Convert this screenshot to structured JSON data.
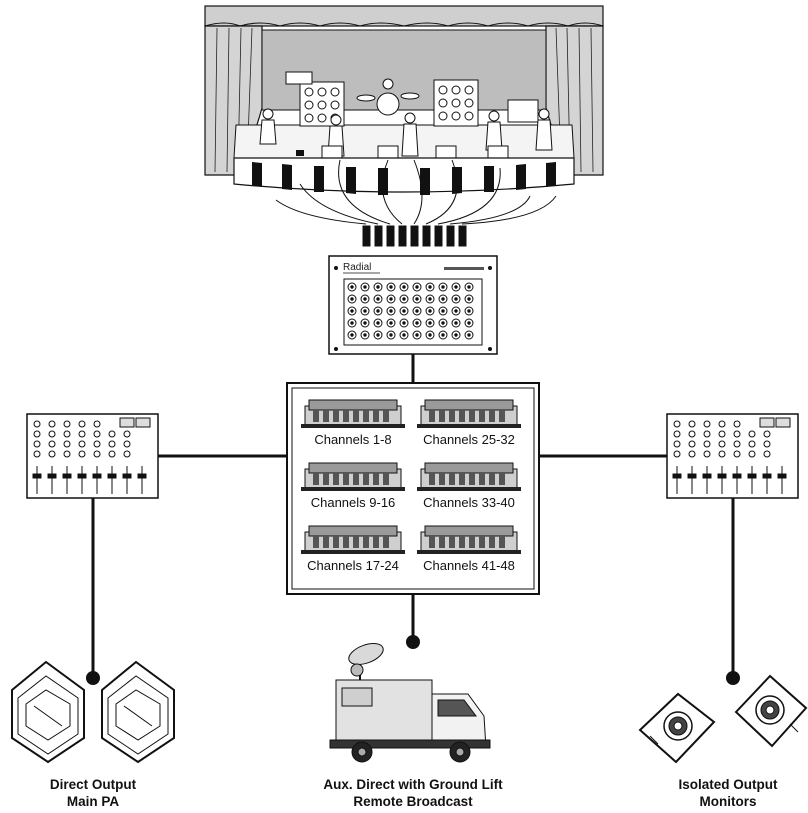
{
  "splitter": {
    "brand": "Radial",
    "groups": [
      {
        "label": "Channels 1-8"
      },
      {
        "label": "Channels 25-32"
      },
      {
        "label": "Channels 9-16"
      },
      {
        "label": "Channels 33-40"
      },
      {
        "label": "Channels 17-24"
      },
      {
        "label": "Channels 41-48"
      }
    ]
  },
  "outputs": {
    "left": {
      "line1": "Direct Output",
      "line2": "Main PA"
    },
    "center": {
      "line1": "Aux. Direct with Ground Lift",
      "line2": "Remote Broadcast"
    },
    "right": {
      "line1": "Isolated Output",
      "line2": "Monitors"
    }
  },
  "colors": {
    "line": "#111111",
    "curtain": "#c9c9c9",
    "stage_back": "#bdbdbd",
    "panel": "#ffffff"
  }
}
